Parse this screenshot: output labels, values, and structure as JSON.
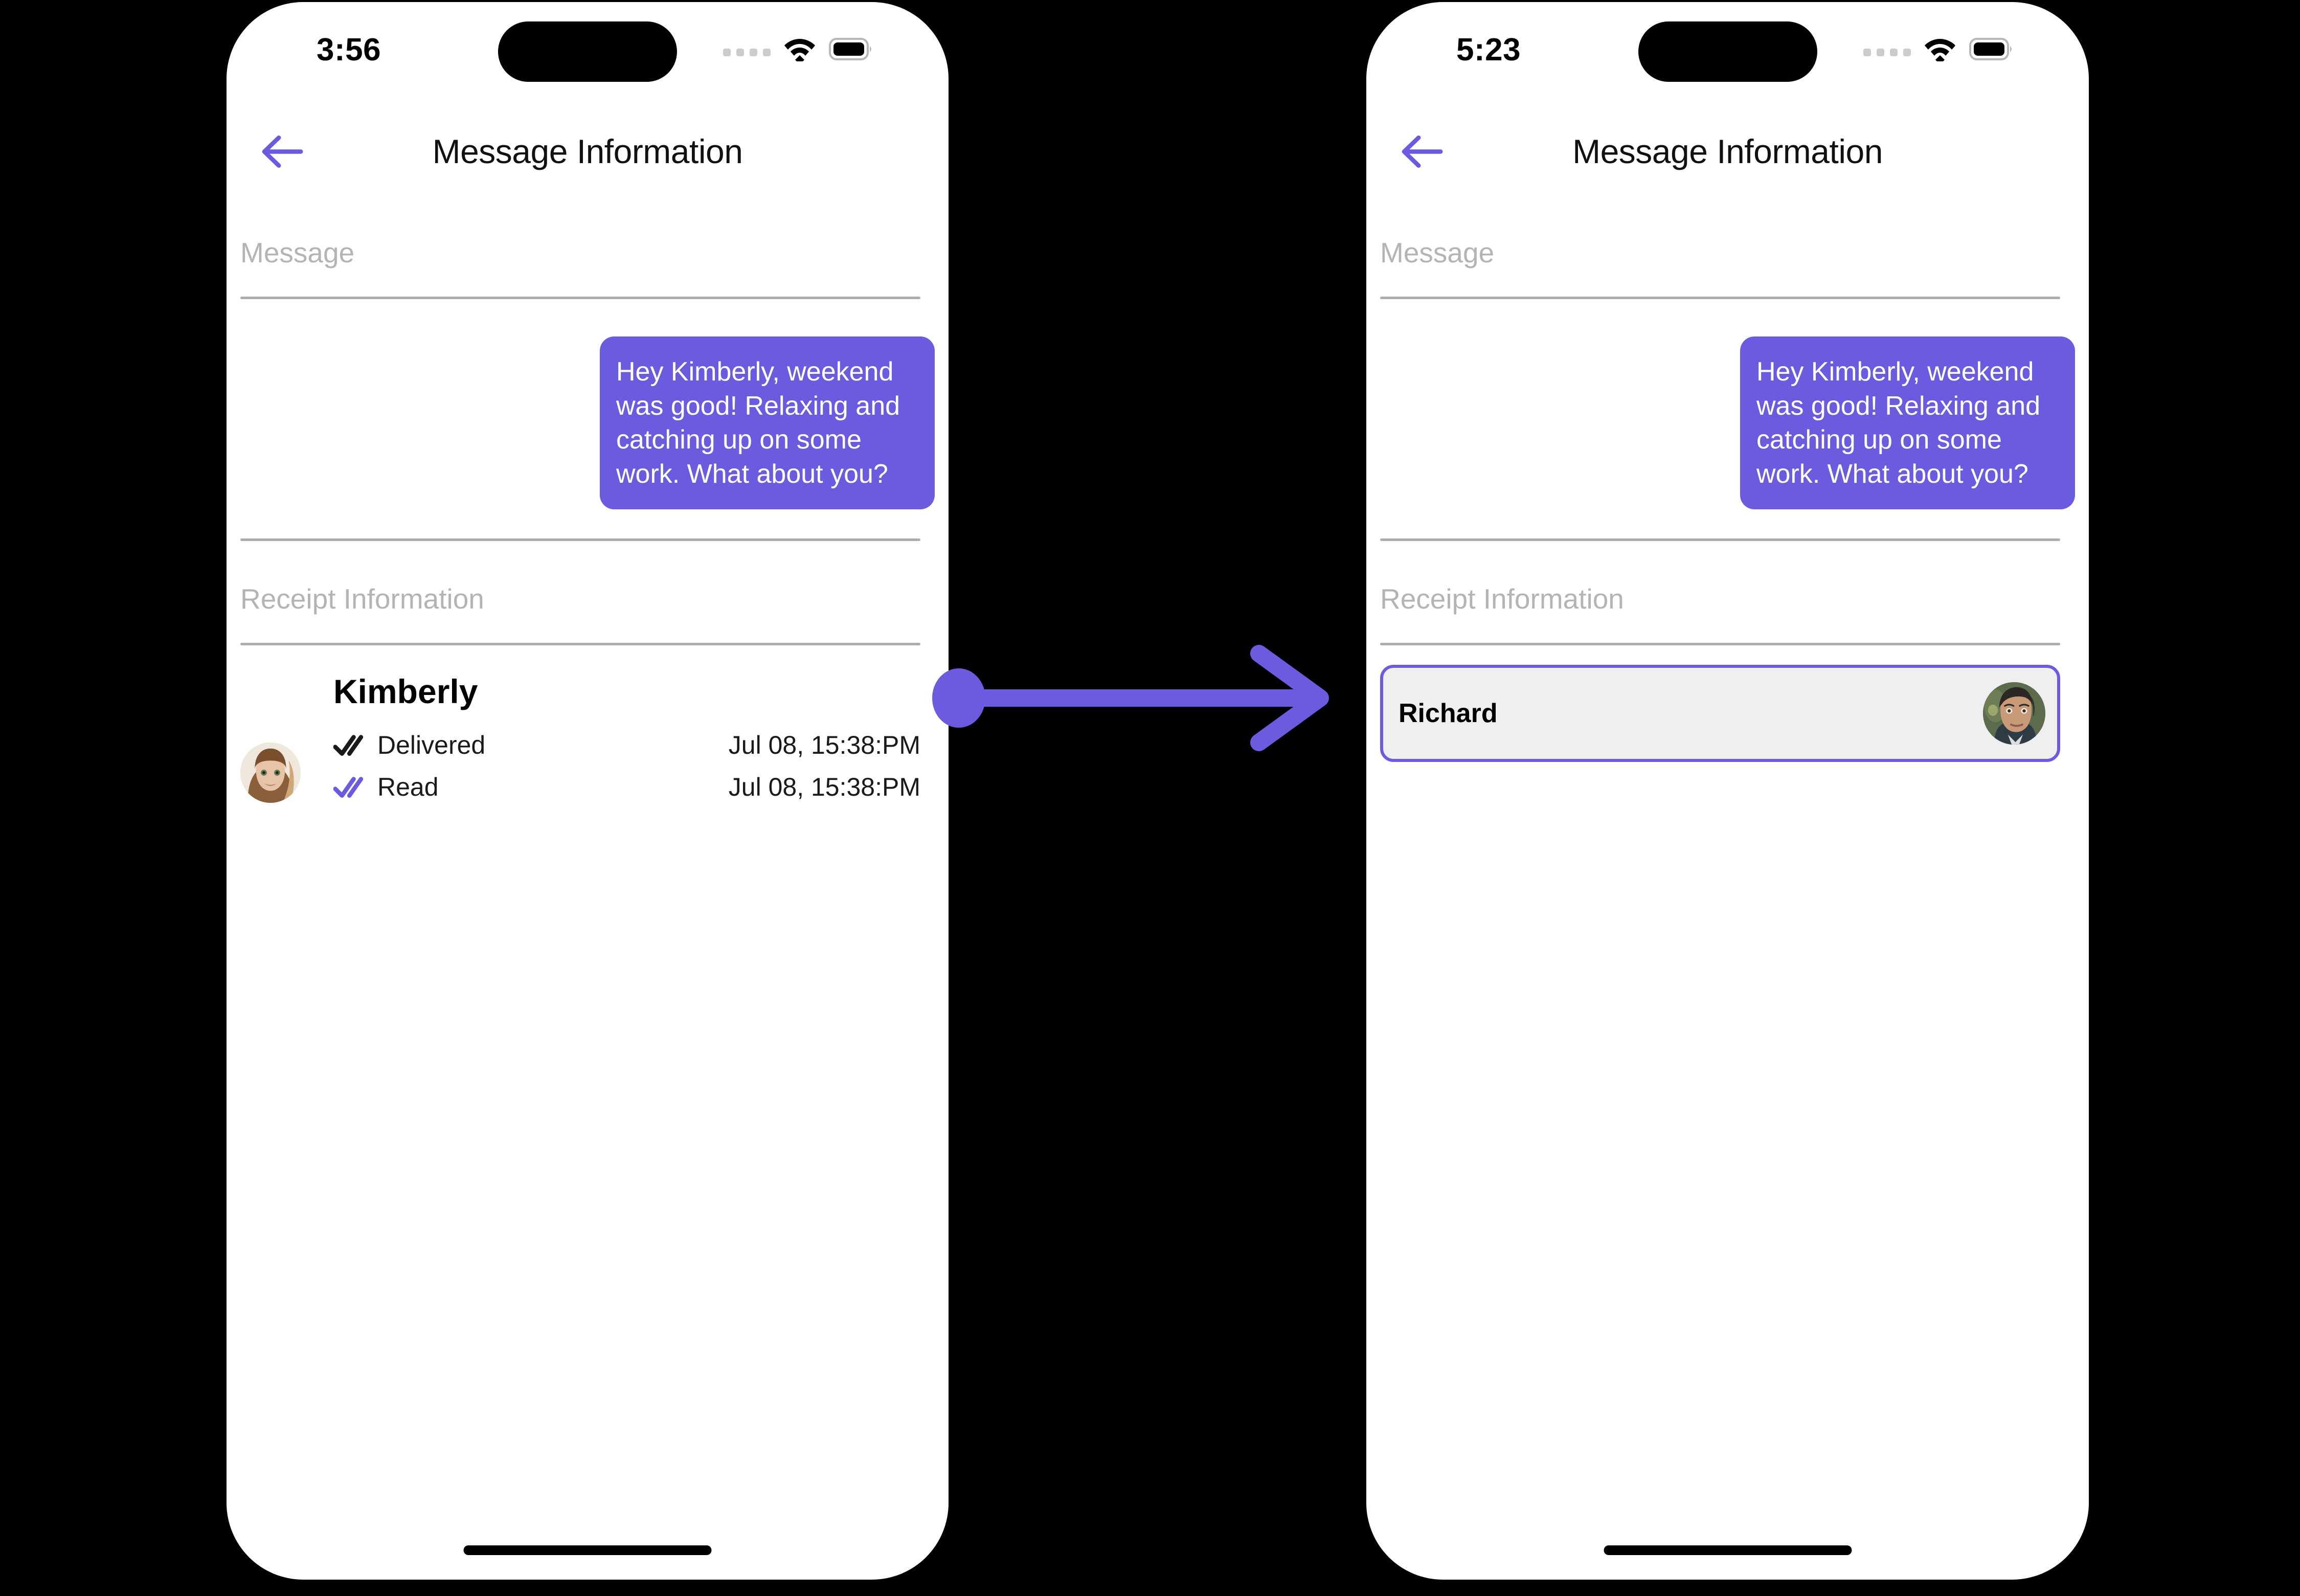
{
  "theme": {
    "accent": "#6B5BDE",
    "background": "#000000",
    "phone_surface": "#ffffff",
    "section_label_color": "#b4b4b4",
    "divider_color": "#adadad",
    "card_fill": "#efefef",
    "delivered_tick_color": "#1a1a1a",
    "read_tick_color": "#6B5BDE"
  },
  "screens": [
    {
      "id": "before",
      "status_bar": {
        "time": "3:56",
        "signal_icon": "signal-dots-icon",
        "wifi_icon": "wifi-icon",
        "battery_icon": "battery-full-icon"
      },
      "nav": {
        "back_icon": "back-arrow-icon",
        "title": "Message Information"
      },
      "sections": {
        "message_label": "Message",
        "receipt_label": "Receipt Information"
      },
      "message": {
        "text": "Hey Kimberly, weekend was good!  Relaxing and catching up on some work. What about you?",
        "align": "outgoing"
      },
      "receipt": {
        "name": "Kimberly",
        "avatar_icon": "avatar-kimberly",
        "rows": [
          {
            "status": "Delivered",
            "timestamp": "Jul 08, 15:38:PM",
            "tick_icon": "double-check-icon",
            "tick_state": "delivered"
          },
          {
            "status": "Read",
            "timestamp": "Jul 08, 15:38:PM",
            "tick_icon": "double-check-icon",
            "tick_state": "read"
          }
        ]
      }
    },
    {
      "id": "after",
      "status_bar": {
        "time": "5:23",
        "signal_icon": "signal-dots-icon",
        "wifi_icon": "wifi-icon",
        "battery_icon": "battery-full-icon"
      },
      "nav": {
        "back_icon": "back-arrow-icon",
        "title": "Message Information"
      },
      "sections": {
        "message_label": "Message",
        "receipt_label": "Receipt Information"
      },
      "message": {
        "text": "Hey Kimberly, weekend was good!  Relaxing and catching up on some work. What about you?",
        "align": "outgoing"
      },
      "receipt_card": {
        "name": "Richard",
        "avatar_icon": "avatar-richard",
        "selected": true
      }
    }
  ],
  "connector": {
    "icon": "arrow-right-icon",
    "from": "before",
    "to": "after"
  }
}
